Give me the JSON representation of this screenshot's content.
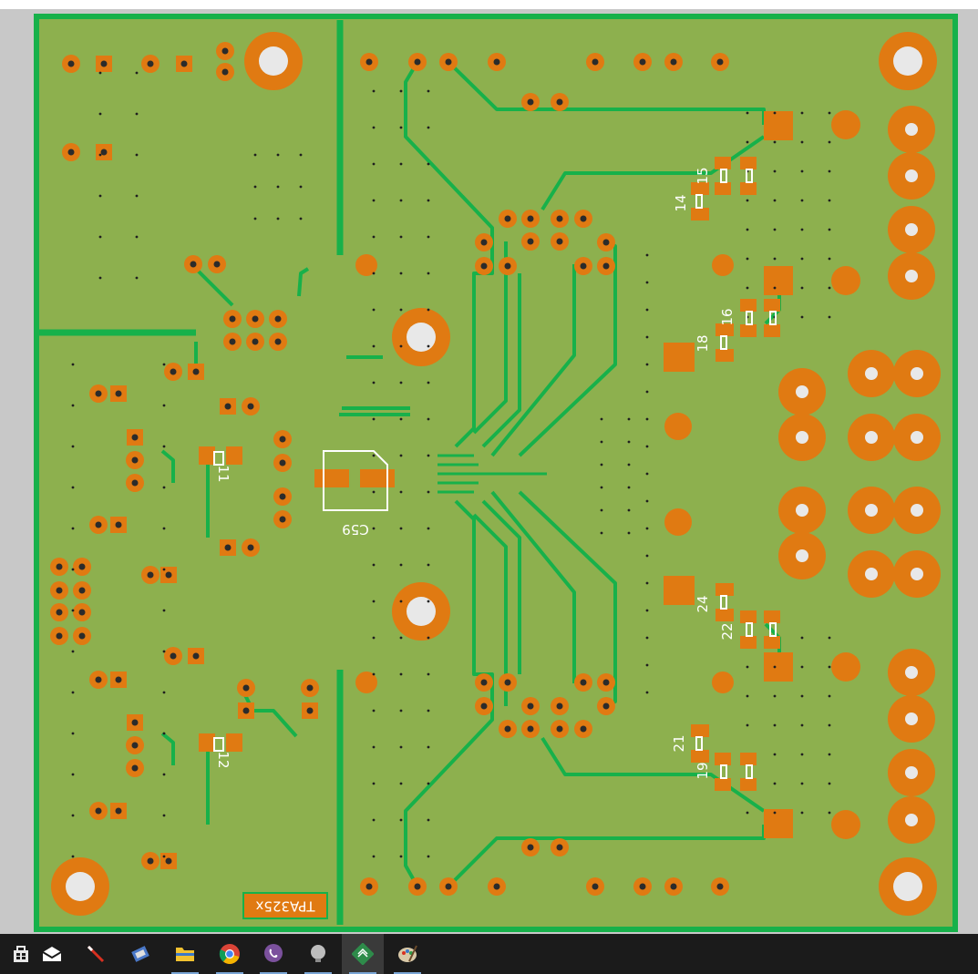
{
  "colors": {
    "background": "#c8c8c8",
    "board_fill": "#8db04e",
    "board_edge": "#17b14a",
    "trace": "#17b14a",
    "pad": "#e07a12",
    "silkscreen": "#ffffff",
    "drill": "#e8e8e8",
    "taskbar": "#1b1b1b"
  },
  "board": {
    "designators": {
      "c59": "C59",
      "c11": "11",
      "c12": "12",
      "c14": "14",
      "c15": "15",
      "c16": "16",
      "c18": "18",
      "c19": "19",
      "c21": "21",
      "c22": "22",
      "c24": "24"
    },
    "title_label": "TPA325x"
  },
  "taskbar": {
    "items": [
      {
        "name": "store-icon"
      },
      {
        "name": "mail-icon"
      },
      {
        "name": "pen-tool-icon"
      },
      {
        "name": "network-tool-icon"
      },
      {
        "name": "file-explorer-icon"
      },
      {
        "name": "chrome-icon"
      },
      {
        "name": "viber-icon"
      },
      {
        "name": "bulb-app-icon"
      },
      {
        "name": "pcb-editor-icon"
      },
      {
        "name": "paint-icon"
      }
    ]
  }
}
